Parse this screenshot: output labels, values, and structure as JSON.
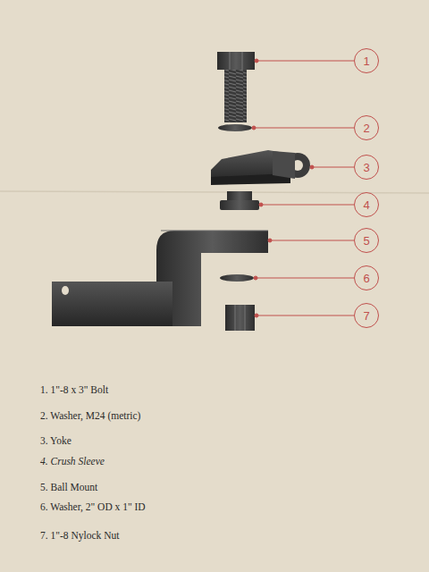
{
  "diagram": {
    "nodes": [
      {
        "text": [
          "1"
        ]
      },
      {
        "text": [
          "2"
        ]
      },
      {
        "text": [
          "3"
        ]
      },
      {
        "text": [
          "4"
        ]
      },
      {
        "text": [
          "5"
        ]
      },
      {
        "text": [
          "6"
        ]
      },
      {
        "text": [
          "7"
        ]
      }
    ],
    "labels": [
      "1. 1\"-8 x 3\" Bolt",
      "2. Washer, M24 (metric)",
      "3. Yoke",
      "4. Crush Sleeve",
      "5. Ball Mount",
      "6. Washer, 2\" OD x 1\" ID",
      "7. 1\"-8 Nylock Nut"
    ]
  }
}
